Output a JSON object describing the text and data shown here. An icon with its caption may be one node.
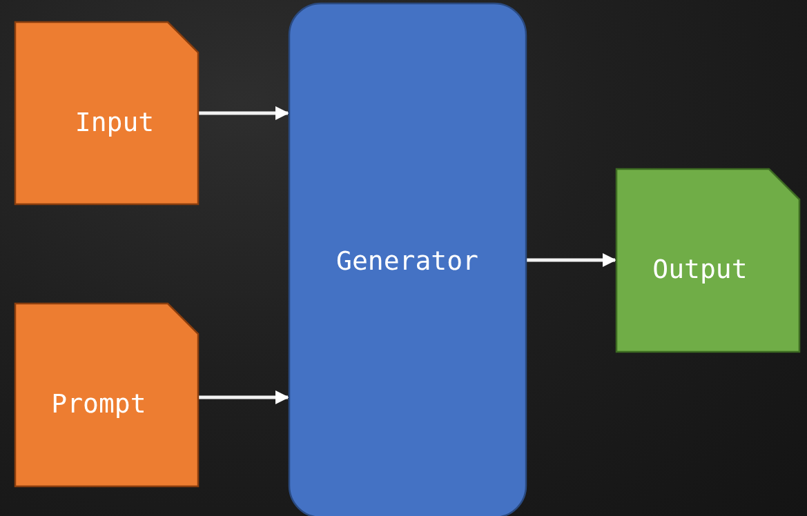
{
  "diagram": {
    "nodes": [
      {
        "text": [
          "Input"
        ]
      },
      {
        "text": [
          "Prompt"
        ]
      },
      {
        "text": [
          "Generator"
        ]
      },
      {
        "text": [
          "Output"
        ]
      }
    ],
    "edges": [
      {
        "from": 0,
        "to": 2,
        "arrow": "to"
      },
      {
        "from": 1,
        "to": 2,
        "arrow": "to"
      },
      {
        "from": 2,
        "to": 3,
        "arrow": "to"
      }
    ]
  }
}
